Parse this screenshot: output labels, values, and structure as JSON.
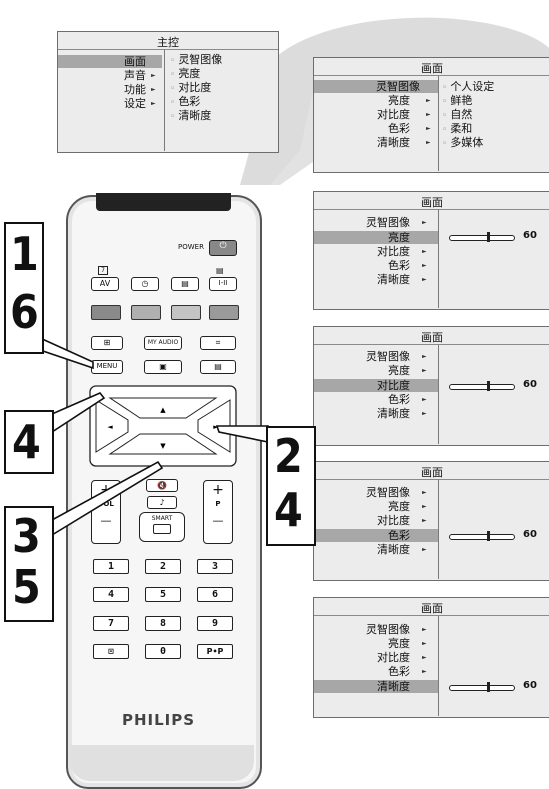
{
  "main_menu": {
    "title": "主控",
    "items": [
      "画面",
      "声音",
      "功能",
      "设定"
    ],
    "submenu": [
      "灵智图像",
      "亮度",
      "对比度",
      "色彩",
      "清晰度"
    ]
  },
  "picture_menus": [
    {
      "title": "画面",
      "items": [
        "灵智图像",
        "亮度",
        "对比度",
        "色彩",
        "清晰度"
      ],
      "options": [
        "个人设定",
        "鲜艳",
        "自然",
        "柔和",
        "多媒体"
      ]
    },
    {
      "title": "画面",
      "items": [
        "灵智图像",
        "亮度",
        "对比度",
        "色彩",
        "清晰度"
      ],
      "value": "60"
    },
    {
      "title": "画面",
      "items": [
        "灵智图像",
        "亮度",
        "对比度",
        "色彩",
        "清晰度"
      ],
      "value": "60"
    },
    {
      "title": "画面",
      "items": [
        "灵智图像",
        "亮度",
        "对比度",
        "色彩",
        "清晰度"
      ],
      "value": "60"
    },
    {
      "title": "画面",
      "items": [
        "灵智图像",
        "亮度",
        "对比度",
        "色彩",
        "清晰度"
      ],
      "value": "60"
    }
  ],
  "slider_levels": [
    0.6,
    0.6,
    0.6,
    0.6
  ],
  "remote": {
    "power_label": "POWER",
    "av_label": "AV",
    "dual_label": "I-II",
    "myaudio_label": "MY AUDIO",
    "menu_label": "MENU",
    "vol_label": "VOL",
    "p_label": "P",
    "smart_label": "SMART",
    "plus": "+",
    "minus": "—",
    "numbers": [
      "1",
      "2",
      "3",
      "4",
      "5",
      "6",
      "7",
      "8",
      "9",
      "0"
    ],
    "pp_label": "P•P",
    "brand": "PHILIPS",
    "colors": [
      "#8a8a8a",
      "#b0b0b0",
      "#c4c4c4",
      "#9a9a9a"
    ]
  },
  "callouts": {
    "left_top": [
      "1",
      "6"
    ],
    "left_mid": "4",
    "left_bottom": [
      "3",
      "5"
    ],
    "right": [
      "2",
      "4"
    ]
  },
  "icons": [
    "power-icon",
    "teletext-icon",
    "clock-icon",
    "subtitle-icon",
    "mute-icon",
    "note-icon",
    "up-arrow-icon",
    "down-arrow-icon",
    "left-arrow-icon",
    "right-arrow-icon"
  ]
}
